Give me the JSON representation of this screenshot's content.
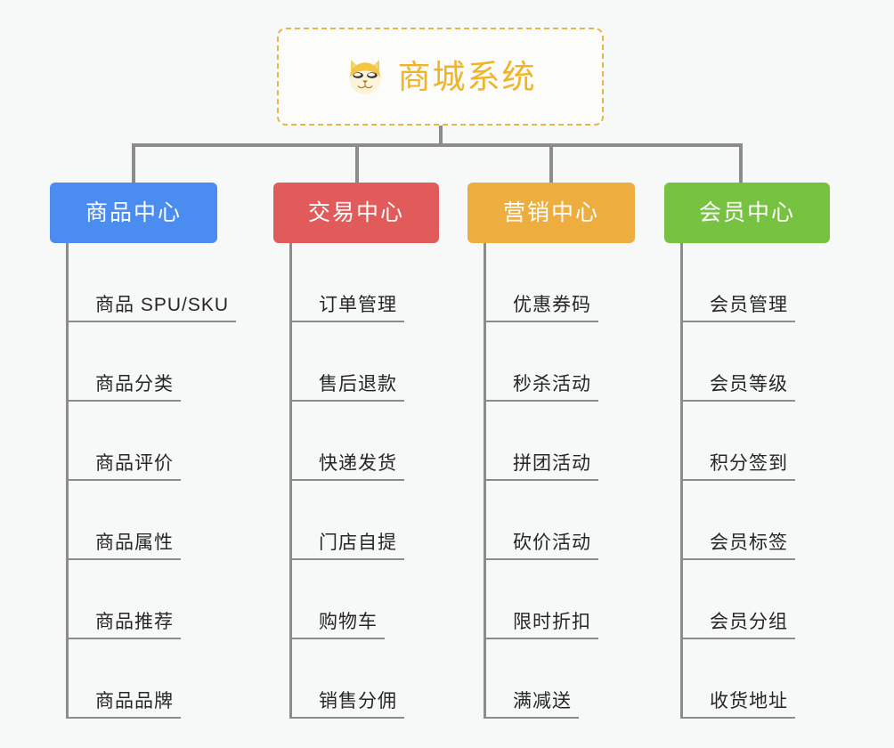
{
  "root": {
    "title": "商城系统",
    "icon": "shiba-dog-icon",
    "border_color": "#e8b54a",
    "text_color": "#f0b429"
  },
  "canvas": {
    "background": "#f7f8f8",
    "connector_color": "#8c8c8c"
  },
  "columns": [
    {
      "header": "商品中心",
      "color": "#4a8cf0",
      "items": [
        "商品 SPU/SKU",
        "商品分类",
        "商品评价",
        "商品属性",
        "商品推荐",
        "商品品牌"
      ]
    },
    {
      "header": "交易中心",
      "color": "#e15b5b",
      "items": [
        "订单管理",
        "售后退款",
        "快递发货",
        "门店自提",
        "购物车",
        "销售分佣"
      ]
    },
    {
      "header": "营销中心",
      "color": "#eead3f",
      "items": [
        "优惠券码",
        "秒杀活动",
        "拼团活动",
        "砍价活动",
        "限时折扣",
        "满减送"
      ]
    },
    {
      "header": "会员中心",
      "color": "#77c341",
      "items": [
        "会员管理",
        "会员等级",
        "积分签到",
        "会员标签",
        "会员分组",
        "收货地址"
      ]
    }
  ]
}
